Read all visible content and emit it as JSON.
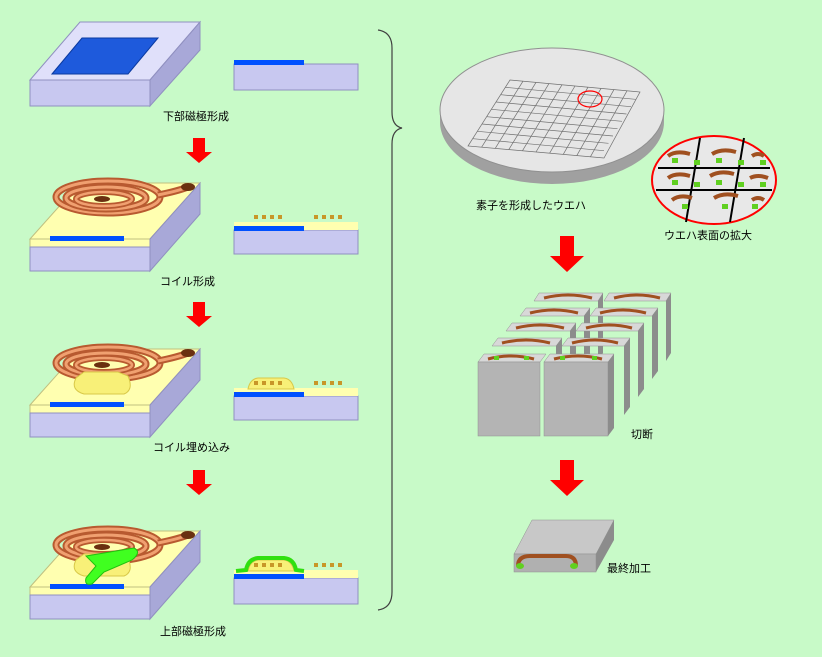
{
  "steps": [
    {
      "label": "下部磁極形成"
    },
    {
      "label": "コイル形成"
    },
    {
      "label": "コイル埋め込み"
    },
    {
      "label": "上部磁極形成"
    }
  ],
  "right": {
    "wafer_label": "素子を形成したウエハ",
    "zoom_label": "ウエハ表面の拡大",
    "cut_label": "切断",
    "final_label": "最終加工"
  },
  "colors": {
    "background": "#c8fac8",
    "substrate": "#c8c8f0",
    "insulator": "#ffffb0",
    "pole_blue": "#0050ff",
    "pole_green": "#40ff20",
    "coil": "#d07040",
    "arrow": "#ff0000",
    "block": "#b4b4b4",
    "wafer": "#e6e6e6"
  }
}
